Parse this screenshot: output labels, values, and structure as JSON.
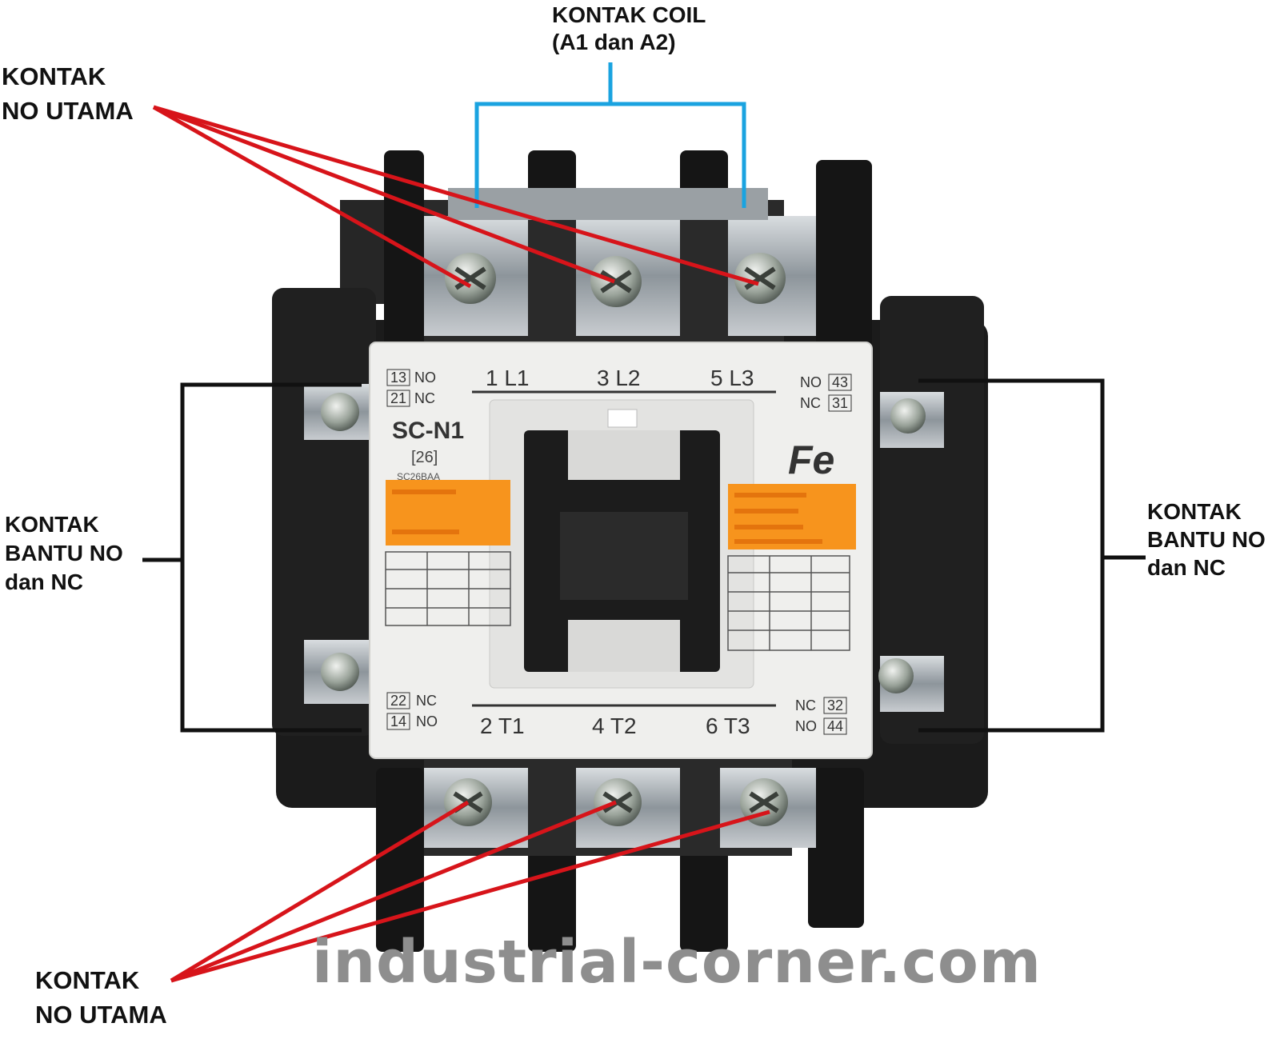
{
  "callouts": {
    "coil": [
      "KONTAK COIL",
      "(A1 dan A2)"
    ],
    "top_main": [
      "KONTAK",
      "NO UTAMA"
    ],
    "left_aux": [
      "KONTAK",
      "BANTU NO",
      "dan NC"
    ],
    "right_aux": [
      "KONTAK",
      "BANTU NO",
      "dan NC"
    ],
    "bottom_main": [
      "KONTAK",
      "NO UTAMA"
    ]
  },
  "device": {
    "model": "SC-N1",
    "model_sub": "[26]",
    "part_no": "SC26BAA",
    "top_terminals": [
      "1 L1",
      "3 L2",
      "5 L3"
    ],
    "bottom_terminals": [
      "2 T1",
      "4 T2",
      "6 T3"
    ],
    "aux_top_left": [
      {
        "num": "13",
        "type": "NO"
      },
      {
        "num": "21",
        "type": "NC"
      }
    ],
    "aux_bottom_left": [
      {
        "num": "22",
        "type": "NC"
      },
      {
        "num": "14",
        "type": "NO"
      }
    ],
    "aux_top_right": [
      {
        "num": "43",
        "type": "NO"
      },
      {
        "num": "31",
        "type": "NC"
      }
    ],
    "aux_bottom_right": [
      {
        "num": "32",
        "type": "NC"
      },
      {
        "num": "44",
        "type": "NO"
      }
    ],
    "brand_logo": "Fe"
  },
  "watermark": "industrial-corner.com",
  "colors": {
    "coil_bracket": "#1aa3e0",
    "main_pointer": "#d7141a",
    "aux_bracket": "#111111",
    "label_orange": "#f7941d",
    "body_black": "#1b1b1b",
    "face_white": "#efefed"
  }
}
